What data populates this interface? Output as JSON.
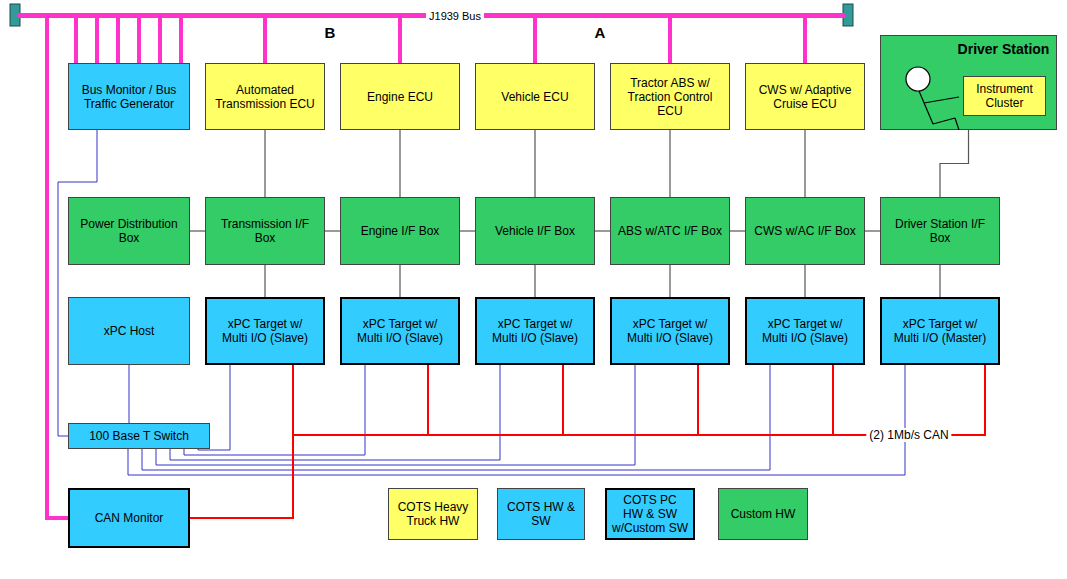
{
  "diagram": {
    "nodes": [
      {
        "text": [
          "J1939 Bus"
        ]
      },
      {
        "text": [
          "Bus Monitor / Bus Traffic Generator"
        ]
      },
      {
        "text": [
          "Automated Transmission ECU"
        ]
      },
      {
        "text": [
          "Engine ECU"
        ]
      },
      {
        "text": [
          "Vehicle ECU"
        ]
      },
      {
        "text": [
          "Tractor ABS w/ Traction Control ECU"
        ]
      },
      {
        "text": [
          "CWS w/ Adaptive Cruise ECU"
        ]
      },
      {
        "text": [
          "Driver Station"
        ]
      },
      {
        "text": [
          "Instrument Cluster"
        ],
        "in": 7
      },
      {
        "text": [
          "Power Distribution Box"
        ]
      },
      {
        "text": [
          "Transmission I/F Box"
        ]
      },
      {
        "text": [
          "Engine I/F Box"
        ]
      },
      {
        "text": [
          "Vehicle I/F Box"
        ]
      },
      {
        "text": [
          "ABS w/ATC I/F Box"
        ]
      },
      {
        "text": [
          "CWS w/AC I/F Box"
        ]
      },
      {
        "text": [
          "Driver Station I/F Box"
        ]
      },
      {
        "text": [
          "xPC Host"
        ]
      },
      {
        "text": [
          "xPC Target w/ Multi I/O (Slave)"
        ]
      },
      {
        "text": [
          "xPC Target w/ Multi I/O (Slave)"
        ]
      },
      {
        "text": [
          "xPC Target w/ Multi I/O (Slave)"
        ]
      },
      {
        "text": [
          "xPC Target w/ Multi I/O (Slave)"
        ]
      },
      {
        "text": [
          "xPC Target w/ Multi I/O (Slave)"
        ]
      },
      {
        "text": [
          "xPC Target w/ Multi I/O (Master)"
        ]
      },
      {
        "text": [
          "100 Base T Switch"
        ]
      },
      {
        "text": [
          "CAN Monitor"
        ]
      }
    ],
    "edges": [
      {
        "from": 1,
        "to": 0,
        "arrow": "none"
      },
      {
        "from": 1,
        "to": 0,
        "arrow": "none"
      },
      {
        "from": 1,
        "to": 0,
        "arrow": "none"
      },
      {
        "from": 1,
        "to": 0,
        "arrow": "none"
      },
      {
        "from": 1,
        "to": 0,
        "arrow": "none"
      },
      {
        "from": 1,
        "to": 0,
        "arrow": "none"
      },
      {
        "from": 2,
        "to": 0,
        "arrow": "none"
      },
      {
        "from": 3,
        "to": 0,
        "arrow": "none"
      },
      {
        "from": 4,
        "to": 0,
        "arrow": "none"
      },
      {
        "from": 5,
        "to": 0,
        "arrow": "none"
      },
      {
        "from": 6,
        "to": 0,
        "arrow": "none"
      },
      {
        "from": 24,
        "to": 0,
        "arrow": "none"
      },
      {
        "from": 2,
        "to": 10,
        "arrow": "none"
      },
      {
        "from": 3,
        "to": 11,
        "arrow": "none"
      },
      {
        "from": 4,
        "to": 12,
        "arrow": "none"
      },
      {
        "from": 5,
        "to": 13,
        "arrow": "none"
      },
      {
        "from": 6,
        "to": 14,
        "arrow": "none"
      },
      {
        "from": 7,
        "to": 15,
        "arrow": "none"
      },
      {
        "from": 9,
        "to": 10,
        "arrow": "none"
      },
      {
        "from": 10,
        "to": 11,
        "arrow": "none"
      },
      {
        "from": 11,
        "to": 12,
        "arrow": "none"
      },
      {
        "from": 12,
        "to": 13,
        "arrow": "none"
      },
      {
        "from": 13,
        "to": 14,
        "arrow": "none"
      },
      {
        "from": 14,
        "to": 15,
        "arrow": "none"
      },
      {
        "from": 10,
        "to": 17,
        "arrow": "none"
      },
      {
        "from": 11,
        "to": 18,
        "arrow": "none"
      },
      {
        "from": 12,
        "to": 19,
        "arrow": "none"
      },
      {
        "from": 13,
        "to": 20,
        "arrow": "none"
      },
      {
        "from": 14,
        "to": 21,
        "arrow": "none"
      },
      {
        "from": 15,
        "to": 22,
        "arrow": "none"
      },
      {
        "from": 1,
        "to": 23,
        "arrow": "none"
      },
      {
        "from": 16,
        "to": 23,
        "arrow": "none"
      },
      {
        "from": 17,
        "to": 23,
        "arrow": "none"
      },
      {
        "from": 18,
        "to": 23,
        "arrow": "none"
      },
      {
        "from": 19,
        "to": 23,
        "arrow": "none"
      },
      {
        "from": 20,
        "to": 23,
        "arrow": "none"
      },
      {
        "from": 21,
        "to": 23,
        "arrow": "none"
      },
      {
        "from": 22,
        "to": 23,
        "arrow": "none"
      },
      {
        "from": 22,
        "to": 17,
        "arrow": "none"
      },
      {
        "from": 22,
        "to": 18,
        "arrow": "none"
      },
      {
        "from": 22,
        "to": 19,
        "arrow": "none"
      },
      {
        "from": 22,
        "to": 20,
        "arrow": "none"
      },
      {
        "from": 22,
        "to": 21,
        "arrow": "none",
        "label": "(2) 1Mb/s CAN"
      },
      {
        "from": 24,
        "to": 22,
        "arrow": "none"
      }
    ],
    "labels": [
      "B",
      "A"
    ],
    "legend": [
      {
        "text": "COTS Heavy Truck HW",
        "color": "#FFFF66"
      },
      {
        "text": "COTS HW & SW",
        "color": "#33CCFF"
      },
      {
        "text": "COTS PC HW & SW w/Custom SW",
        "color": "#33CCFF"
      },
      {
        "text": "Custom HW",
        "color": "#33CC66"
      }
    ]
  }
}
